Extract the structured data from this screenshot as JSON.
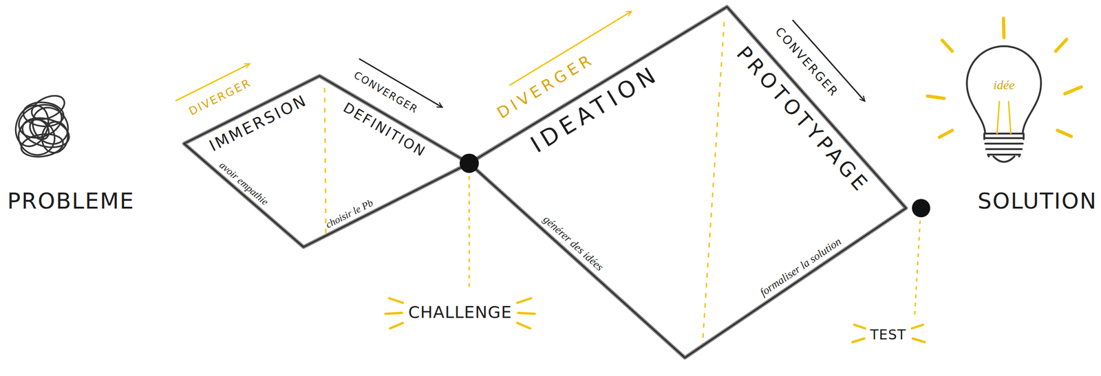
{
  "diagram": {
    "nodes": [
      {
        "text": [
          "IMMERSION",
          "DEFINITION",
          "avoir empathie",
          "choisir le Pb"
        ]
      },
      {
        "text": [
          "IDEATION",
          "PROTOTYPAGE",
          "générer des idées",
          "formaliser la solution"
        ]
      }
    ],
    "labels": [
      "PROBLEME",
      "DIVERGER",
      "CONVERGER",
      "CHALLENGE",
      "DIVERGER",
      "CONVERGER",
      "TEST",
      "idée",
      "SOLUTION"
    ]
  }
}
